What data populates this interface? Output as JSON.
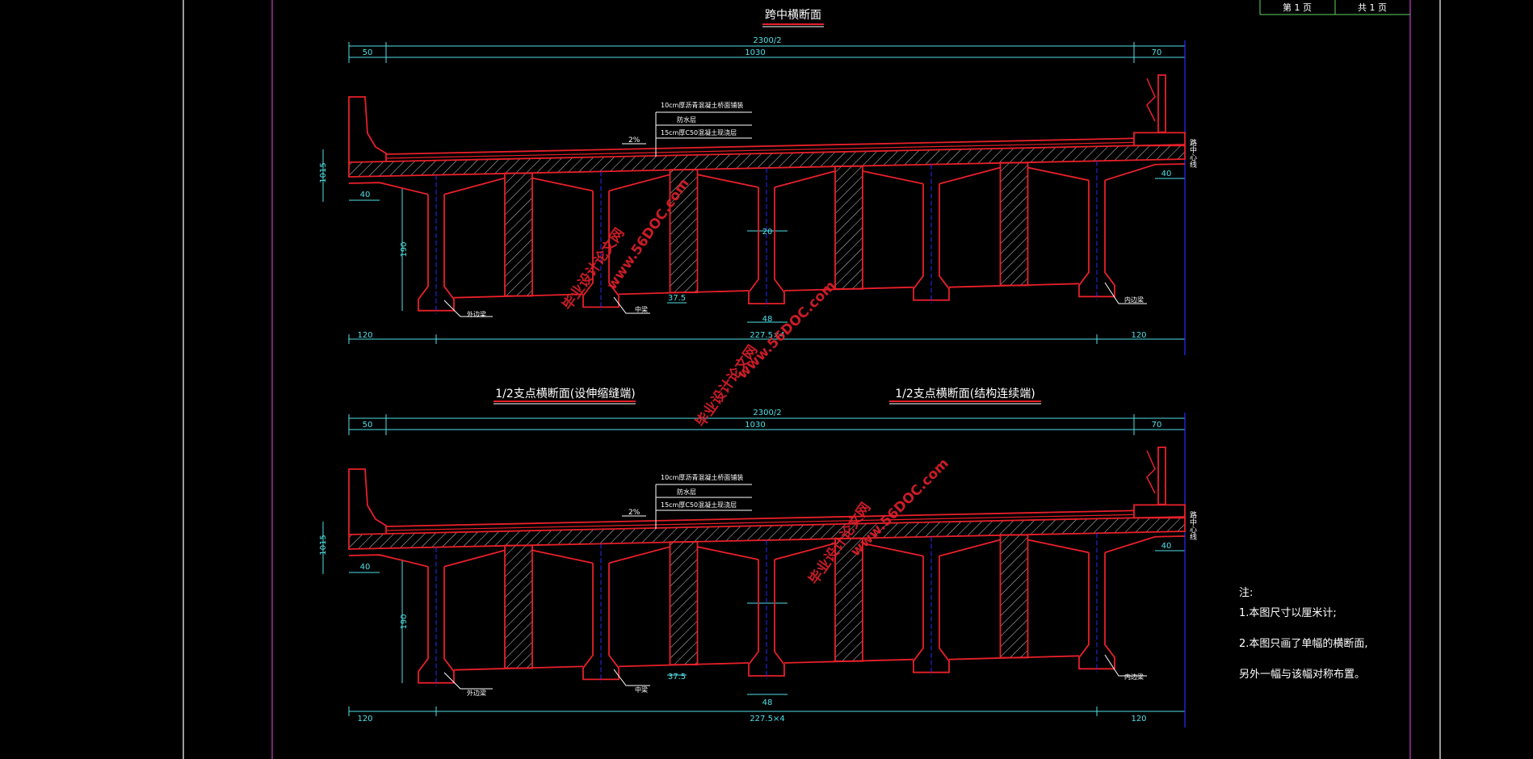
{
  "title_block": {
    "page": "第 1 页",
    "total": "共 1 页"
  },
  "sections": {
    "midspan_title": "跨中横断面",
    "support_left_title": "1/2支点横断面(设伸缩缝端)",
    "support_right_title": "1/2支点横断面(结构连续端)"
  },
  "dimensions": {
    "total_width": "2300/2",
    "deck_width": "1030",
    "left_edge": "50",
    "right_edge": "70",
    "depth": "1015",
    "cantilever": "40",
    "girder_height": "190",
    "web": "20",
    "diaphragm": "37.5",
    "flange": "48",
    "edge_span": "120",
    "girder_spacing": "227.5×4",
    "right_cantilever": "40"
  },
  "layers": {
    "surface": "10cm厚沥青混凝土桥面铺装",
    "waterproof": "防水层",
    "cast_layer": "15cm厚C50混凝土现浇层",
    "slope": "2%"
  },
  "labels": {
    "outer_girder": "外边梁",
    "middle_girder": "中梁",
    "inner_girder": "内边梁",
    "centerline": "路中心线"
  },
  "notes": {
    "heading": "注:",
    "line1": "1.本图尺寸以厘米计;",
    "line2": "2.本图只画了单幅的横断面,",
    "line3": "另外一幅与该幅对称布置。"
  },
  "watermark": {
    "cn": "毕业设计论文网",
    "url": "www.56DOC.com"
  },
  "colors": {
    "structure": "#e8202a",
    "dimension": "#4fe0e6",
    "text": "#ffffff",
    "axis": "#2a2aff",
    "frame": "#a030a0"
  }
}
